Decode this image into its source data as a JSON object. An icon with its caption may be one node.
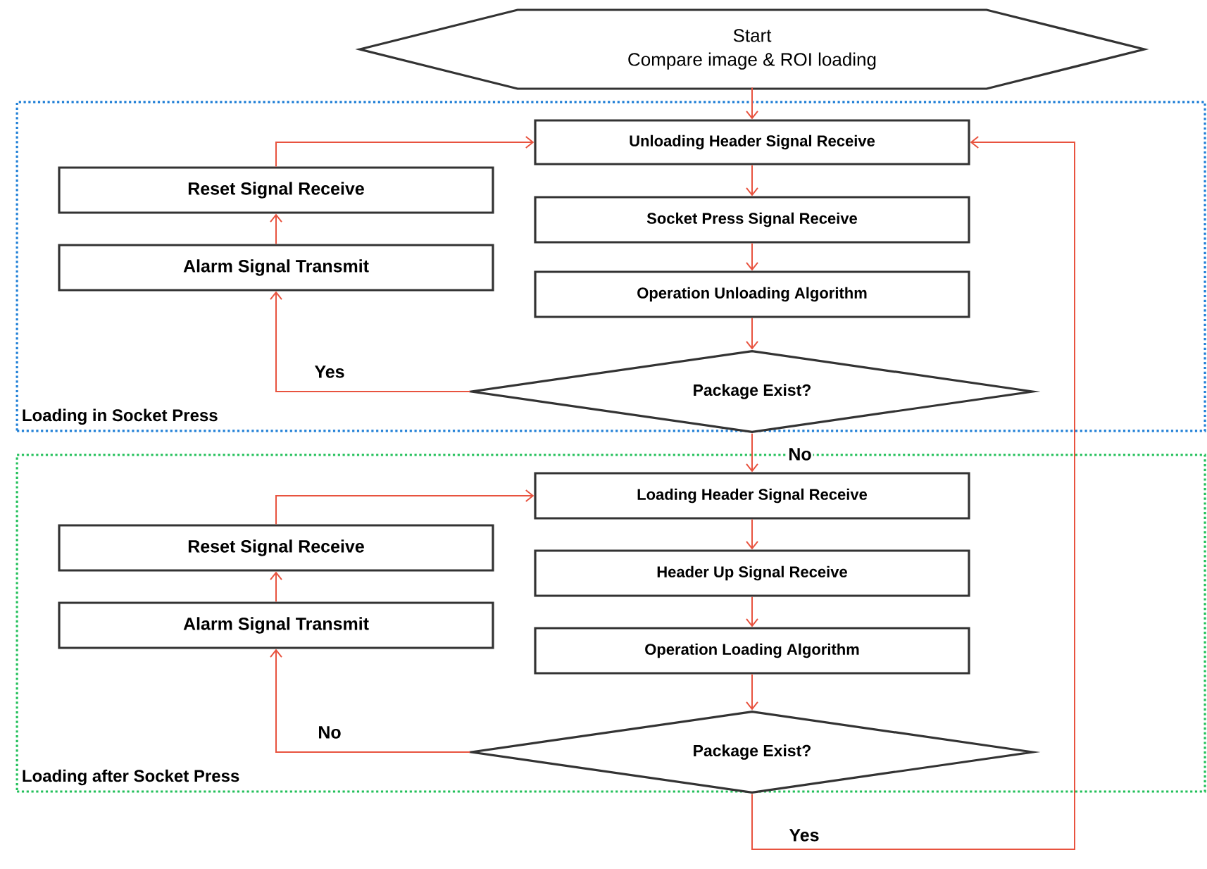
{
  "diagram": {
    "nodes": [
      {
        "text": [
          "Start",
          "Compare image & ROI loading"
        ]
      },
      {
        "text": [
          "Loading in Socket Press"
        ]
      },
      {
        "text": [
          "Unloading Header Signal Receive"
        ],
        "in": 1
      },
      {
        "text": [
          "Reset Signal Receive"
        ],
        "in": 1
      },
      {
        "text": [
          "Alarm Signal Transmit"
        ],
        "in": 1
      },
      {
        "text": [
          "Socket Press Signal Receive"
        ],
        "in": 1
      },
      {
        "text": [
          "Operation Unloading Algorithm"
        ],
        "in": 1
      },
      {
        "text": [
          "Package Exist?"
        ],
        "in": 1
      },
      {
        "text": [
          "Loading after Socket Press"
        ]
      },
      {
        "text": [
          "Loading Header Signal Receive"
        ],
        "in": 8
      },
      {
        "text": [
          "Reset Signal Receive"
        ],
        "in": 8
      },
      {
        "text": [
          "Alarm Signal Transmit"
        ],
        "in": 8
      },
      {
        "text": [
          "Header Up Signal Receive"
        ],
        "in": 8
      },
      {
        "text": [
          "Operation Loading Algorithm"
        ],
        "in": 8
      },
      {
        "text": [
          "Package Exist?"
        ],
        "in": 8
      }
    ],
    "edges": [
      {
        "from": 0,
        "to": 2,
        "arrow": "to"
      },
      {
        "from": 2,
        "to": 5,
        "arrow": "to"
      },
      {
        "from": 5,
        "to": 6,
        "arrow": "to"
      },
      {
        "from": 6,
        "to": 7,
        "arrow": "to"
      },
      {
        "from": 7,
        "to": 4,
        "arrow": "to",
        "label": "Yes"
      },
      {
        "from": 4,
        "to": 3,
        "arrow": "to"
      },
      {
        "from": 3,
        "to": 2,
        "arrow": "to"
      },
      {
        "from": 7,
        "to": 9,
        "arrow": "to",
        "label": "No"
      },
      {
        "from": 9,
        "to": 12,
        "arrow": "to"
      },
      {
        "from": 12,
        "to": 13,
        "arrow": "to"
      },
      {
        "from": 13,
        "to": 14,
        "arrow": "to"
      },
      {
        "from": 14,
        "to": 11,
        "arrow": "to",
        "label": "No"
      },
      {
        "from": 11,
        "to": 10,
        "arrow": "to"
      },
      {
        "from": 10,
        "to": 9,
        "arrow": "to"
      },
      {
        "from": 14,
        "to": 2,
        "arrow": "to",
        "label": "Yes"
      }
    ]
  }
}
